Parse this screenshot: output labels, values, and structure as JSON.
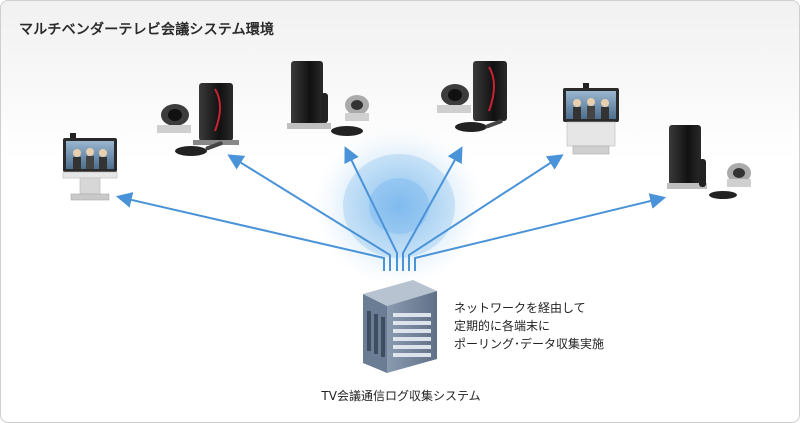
{
  "title": "マルチベンダーテレビ会議システム環境",
  "note_lines": [
    "ネットワークを経由して",
    "定期的に各端末に",
    "ポーリング･データ収集実施"
  ],
  "server_label": "TV会議通信ログ収集システム",
  "colors": {
    "arrow": "#4a93d8",
    "glow": "#9cc9f0",
    "server": "#6d7e94",
    "endpoint_dark": "#1c1c1c",
    "screen": "#6d8fb0"
  },
  "endpoints": [
    {
      "kind": "display-stand"
    },
    {
      "kind": "codec-with-camera"
    },
    {
      "kind": "codec-with-camera"
    },
    {
      "kind": "codec-with-camera"
    },
    {
      "kind": "display-stand"
    },
    {
      "kind": "codec-with-camera"
    }
  ]
}
